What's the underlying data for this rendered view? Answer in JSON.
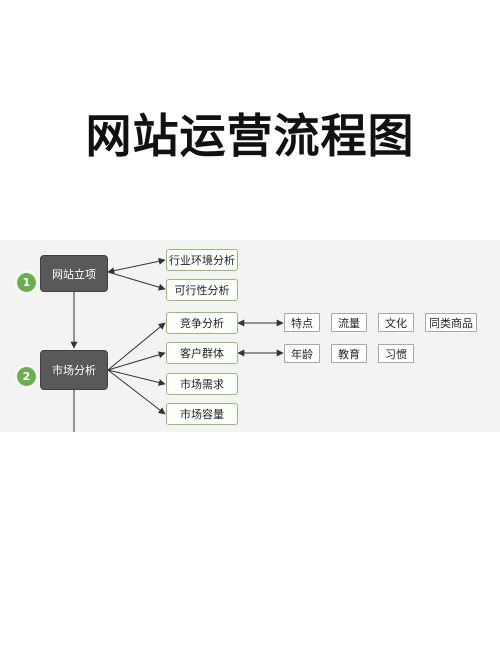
{
  "title": "网站运营流程图",
  "steps": [
    {
      "number": "1",
      "label": "网站立项"
    },
    {
      "number": "2",
      "label": "市场分析"
    }
  ],
  "project_children": [
    "行业环境分析",
    "可行性分析"
  ],
  "market_children": [
    "竞争分析",
    "客户群体",
    "市场需求",
    "市场容量"
  ],
  "competition_items": [
    "特点",
    "流量",
    "文化",
    "同类商品"
  ],
  "customer_items": [
    "年龄",
    "教育",
    "习惯"
  ],
  "colors": {
    "main_node": "#595959",
    "sub_border": "#8fc06a",
    "badge": "#6ab04c",
    "canvas": "#f3f3f3"
  }
}
